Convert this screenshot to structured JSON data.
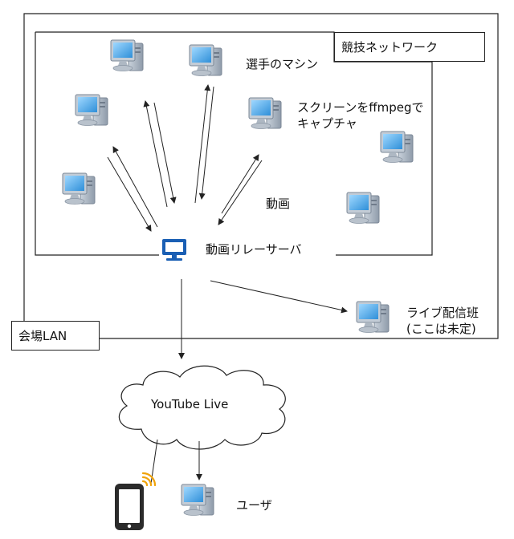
{
  "labels": {
    "competition_network": "競技ネットワーク",
    "player_machines": "選手のマシン",
    "capture_line1": "スクリーンをffmpegで",
    "capture_line2": "キャプチャ",
    "video": "動画",
    "relay_server": "動画リレーサーバ",
    "venue_lan": "会場LAN",
    "streaming_team": "ライブ配信班",
    "streaming_note": "(ここは未定)",
    "youtube_live": "YouTube Live",
    "user": "ユーザ"
  },
  "colors": {
    "line": "#222222",
    "monitor_screen": "#4aa8e8",
    "monitor_frame": "#8ea4b8",
    "tower": "#a9b4c0",
    "server_icon": "#1a5fb4",
    "phone_body": "#2b2b2b",
    "wifi_signal": "#f0a30a"
  },
  "icons": {
    "computer": "desktop-computer-icon",
    "server": "monitor-icon",
    "phone": "smartphone-icon"
  }
}
